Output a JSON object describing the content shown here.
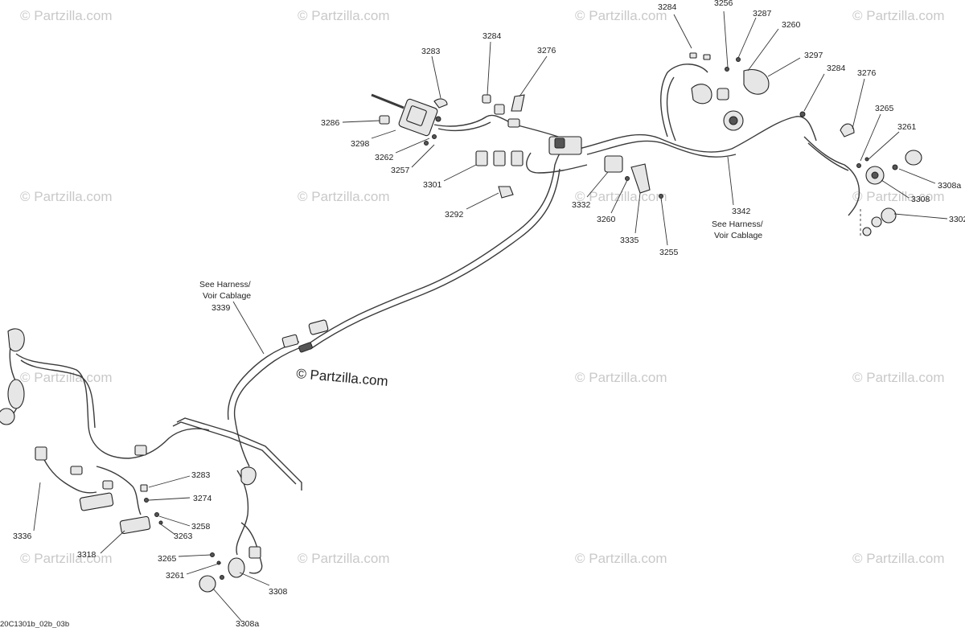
{
  "watermark": "© Partzilla.com",
  "copyright": "© Partzilla.com",
  "drawing_code": "20C1301b_02b_03b",
  "notes": {
    "harness_upper": [
      "See Harness/",
      "Voir Cablage"
    ],
    "harness_lower": [
      "See Harness/",
      "Voir Cablage"
    ]
  },
  "callouts": {
    "c3284a": "3284",
    "c3256": "3256",
    "c3287": "3287",
    "c3260a": "3260",
    "c3297": "3297",
    "c3284b": "3284",
    "c3276a": "3276",
    "c3265a": "3265",
    "c3261a": "3261",
    "c3308a_top": "3308a",
    "c3308_top": "3308",
    "c3302": "3302",
    "c3283a": "3283",
    "c3284c": "3284",
    "c3276b": "3276",
    "c3286": "3286",
    "c3298": "3298",
    "c3262": "3262",
    "c3257": "3257",
    "c3301": "3301",
    "c3292": "3292",
    "c3332": "3332",
    "c3260b": "3260",
    "c3335": "3335",
    "c3255": "3255",
    "c3342": "3342",
    "c3339": "3339",
    "c3283b": "3283",
    "c3274": "3274",
    "c3258": "3258",
    "c3263": "3263",
    "c3336": "3336",
    "c3318": "3318",
    "c3265b": "3265",
    "c3261b": "3261",
    "c3308_bot": "3308",
    "c3308a_bot": "3308a"
  },
  "colors": {
    "line": "#3a3a3a",
    "watermark": "#c9c9c9",
    "background": "#ffffff"
  }
}
